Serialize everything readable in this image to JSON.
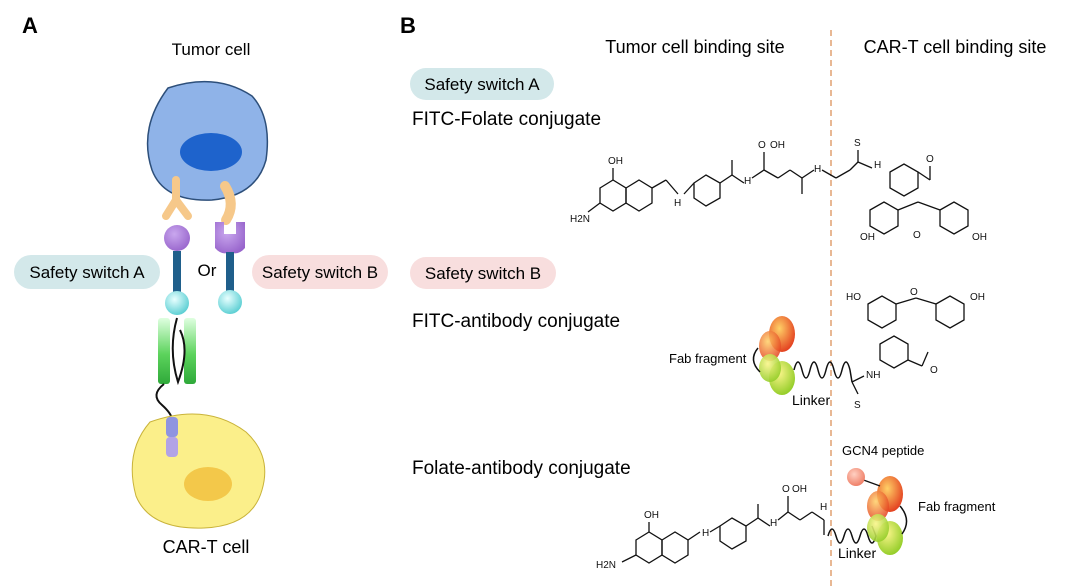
{
  "panels": {
    "a": {
      "letter": "A",
      "tumor_cell_label": "Tumor cell",
      "car_t_cell_label": "CAR-T cell",
      "or_label": "Or",
      "switch_a_label": "Safety switch A",
      "switch_b_label": "Safety switch B"
    },
    "b": {
      "letter": "B",
      "col_tumor": "Tumor cell binding site",
      "col_cart": "CAR-T cell binding site",
      "switch_a_badge": "Safety switch A",
      "switch_b_badge": "Safety switch B",
      "fitc_folate": "FITC-Folate  conjugate",
      "fitc_antibody": "FITC-antibody  conjugate",
      "folate_antibody": "Folate-antibody  conjugate",
      "fab_fragment_1": "Fab fragment",
      "linker_1": "Linker",
      "fab_fragment_2": "Fab fragment",
      "linker_2": "Linker",
      "gcn4": "GCN4 peptide"
    }
  },
  "chem": {
    "oh": "OH",
    "o": "O",
    "s": "S",
    "nh": "NH",
    "h": "H",
    "n": "N",
    "h2n": "H2N",
    "ho": "HO",
    "n_folate": "N",
    "h2": "2"
  },
  "colors": {
    "tumor_cell": "#8fb3e8",
    "tumor_nucleus": "#1e63cc",
    "car_t_cell": "#fbef8a",
    "car_t_nucleus": "#f3c84a",
    "receptor": "#a878d6",
    "scfv": "#8fe6e6",
    "stalk": "#1f5f8b",
    "hinge": "#5cd35c",
    "ligand": "#f6c88a",
    "badge_a": "#d3e8ea",
    "badge_b": "#f8dede",
    "divider": "#e0a071"
  }
}
